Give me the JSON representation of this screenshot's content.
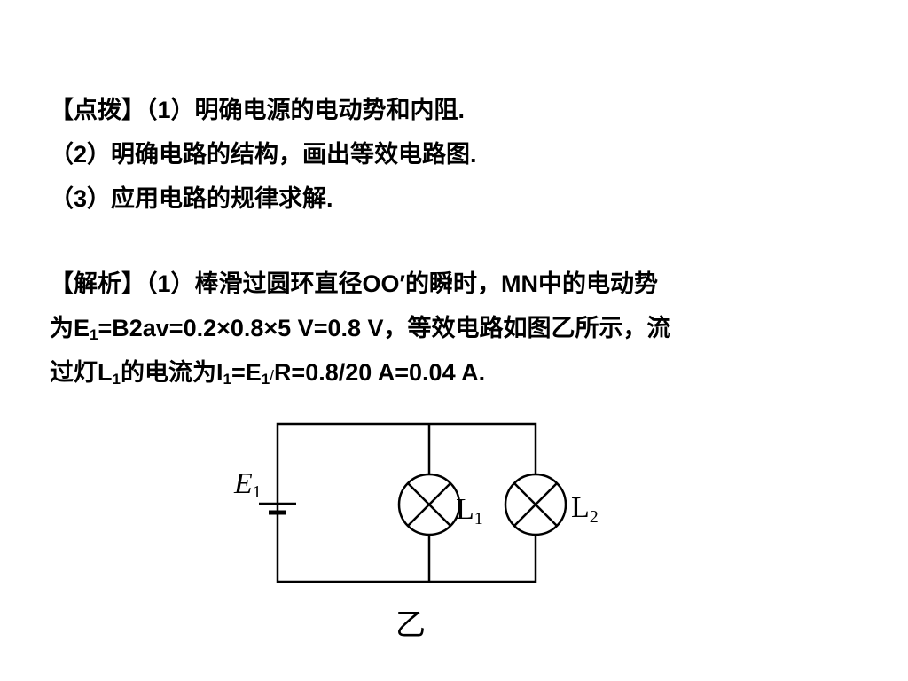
{
  "hint": {
    "line1": "【点拨】（1）明确电源的电动势和内阻.",
    "line2": "（2）明确电路的结构，画出等效电路图.",
    "line3": "（3）应用电路的规律求解."
  },
  "analysis": {
    "line1": "【解析】（1）棒滑过圆环直径OO′的瞬时，MN中的电动势",
    "line2": {
      "p1": "为E",
      "sub1": "1",
      "p2": "=B2av=0.2×0.8×5 V=0.8 V，等效电路如图乙所示，流"
    },
    "line3": {
      "p1": "过灯L",
      "sub1": "1",
      "p2": "的电流为I",
      "sub2": "1",
      "p3": "=E",
      "sub3": "1",
      "slash": "/",
      "p4": "R=0.8/20 A=0.04 A."
    }
  },
  "circuit": {
    "source_label": "E",
    "source_sub": "1",
    "lamp1_label": "L",
    "lamp1_sub": "1",
    "lamp2_label": "L",
    "lamp2_sub": "2",
    "caption": "乙"
  }
}
